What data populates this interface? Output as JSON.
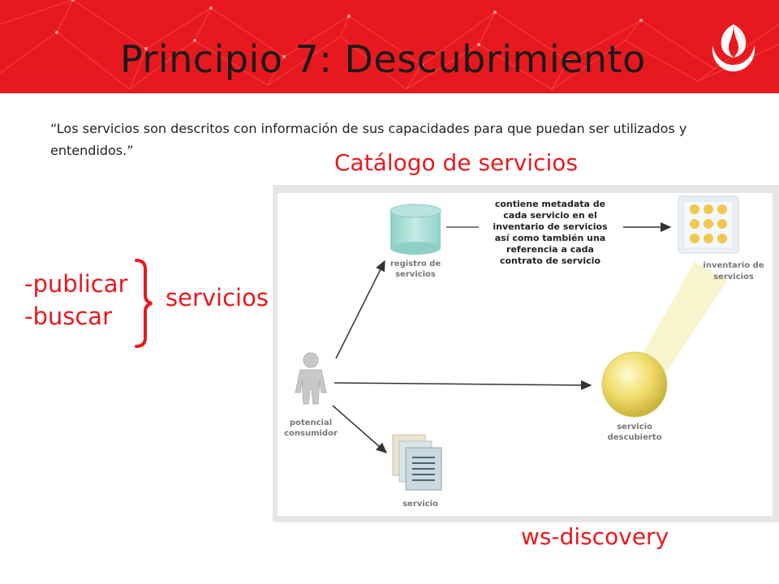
{
  "title": "Principio 7: Descubrimiento",
  "quote": "“Los servicios son descritos con información de sus capacidades para que puedan ser utilizados y entendidos.”",
  "catalog_heading": "Catálogo de servicios",
  "operations": [
    "-publicar",
    "-buscar"
  ],
  "operations_target": "servicios",
  "footer_label": "ws-discovery",
  "diagram": {
    "note": [
      "contiene metadata de",
      "cada servicio en el",
      "inventario de servicios",
      "así como también una",
      "referencia a cada",
      "contrato de servicio"
    ],
    "registry": [
      "registro de",
      "servicios"
    ],
    "inventory": [
      "inventario de",
      "servicios"
    ],
    "consumer": [
      "potencial",
      "consumidor"
    ],
    "discovered": [
      "servicio",
      "descubierto"
    ],
    "service": "servicio"
  },
  "colors": {
    "accent": "#e8191e",
    "text": "#1a1a1a"
  }
}
